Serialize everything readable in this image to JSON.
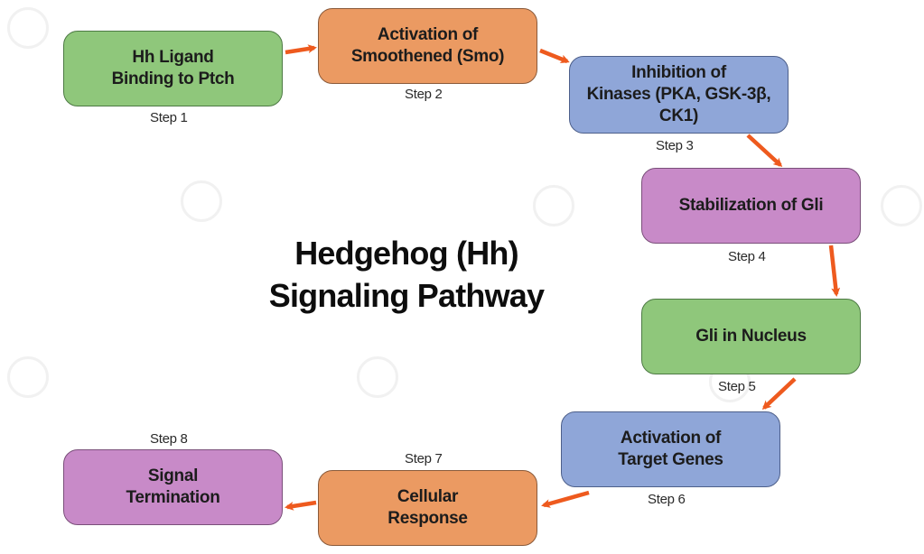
{
  "title": "Hedgehog (Hh)\nSignaling Pathway",
  "colors": {
    "green": "#8fc77b",
    "orange": "#eb9a62",
    "blue": "#8fa6d8",
    "purple": "#c88ac8",
    "arrow": "#ee5a1e"
  },
  "steps": [
    {
      "label": "Step 1",
      "text": "Hh Ligand\nBinding to Ptch",
      "color": "green"
    },
    {
      "label": "Step 2",
      "text": "Activation of\nSmoothened (Smo)",
      "color": "orange"
    },
    {
      "label": "Step 3",
      "text": "Inhibition of\nKinases (PKA, GSK-3β,\nCK1)",
      "color": "blue"
    },
    {
      "label": "Step 4",
      "text": "Stabilization of Gli",
      "color": "purple"
    },
    {
      "label": "Step 5",
      "text": "Gli in Nucleus",
      "color": "green"
    },
    {
      "label": "Step 6",
      "text": "Activation of\nTarget Genes",
      "color": "blue"
    },
    {
      "label": "Step 7",
      "text": "Cellular\nResponse",
      "color": "orange"
    },
    {
      "label": "Step 8",
      "text": "Signal\nTermination",
      "color": "purple"
    }
  ],
  "arrows": [
    {
      "from": "Step 1",
      "to": "Step 2"
    },
    {
      "from": "Step 2",
      "to": "Step 3"
    },
    {
      "from": "Step 3",
      "to": "Step 4"
    },
    {
      "from": "Step 4",
      "to": "Step 5"
    },
    {
      "from": "Step 5",
      "to": "Step 6"
    },
    {
      "from": "Step 6",
      "to": "Step 7"
    },
    {
      "from": "Step 7",
      "to": "Step 8"
    }
  ]
}
